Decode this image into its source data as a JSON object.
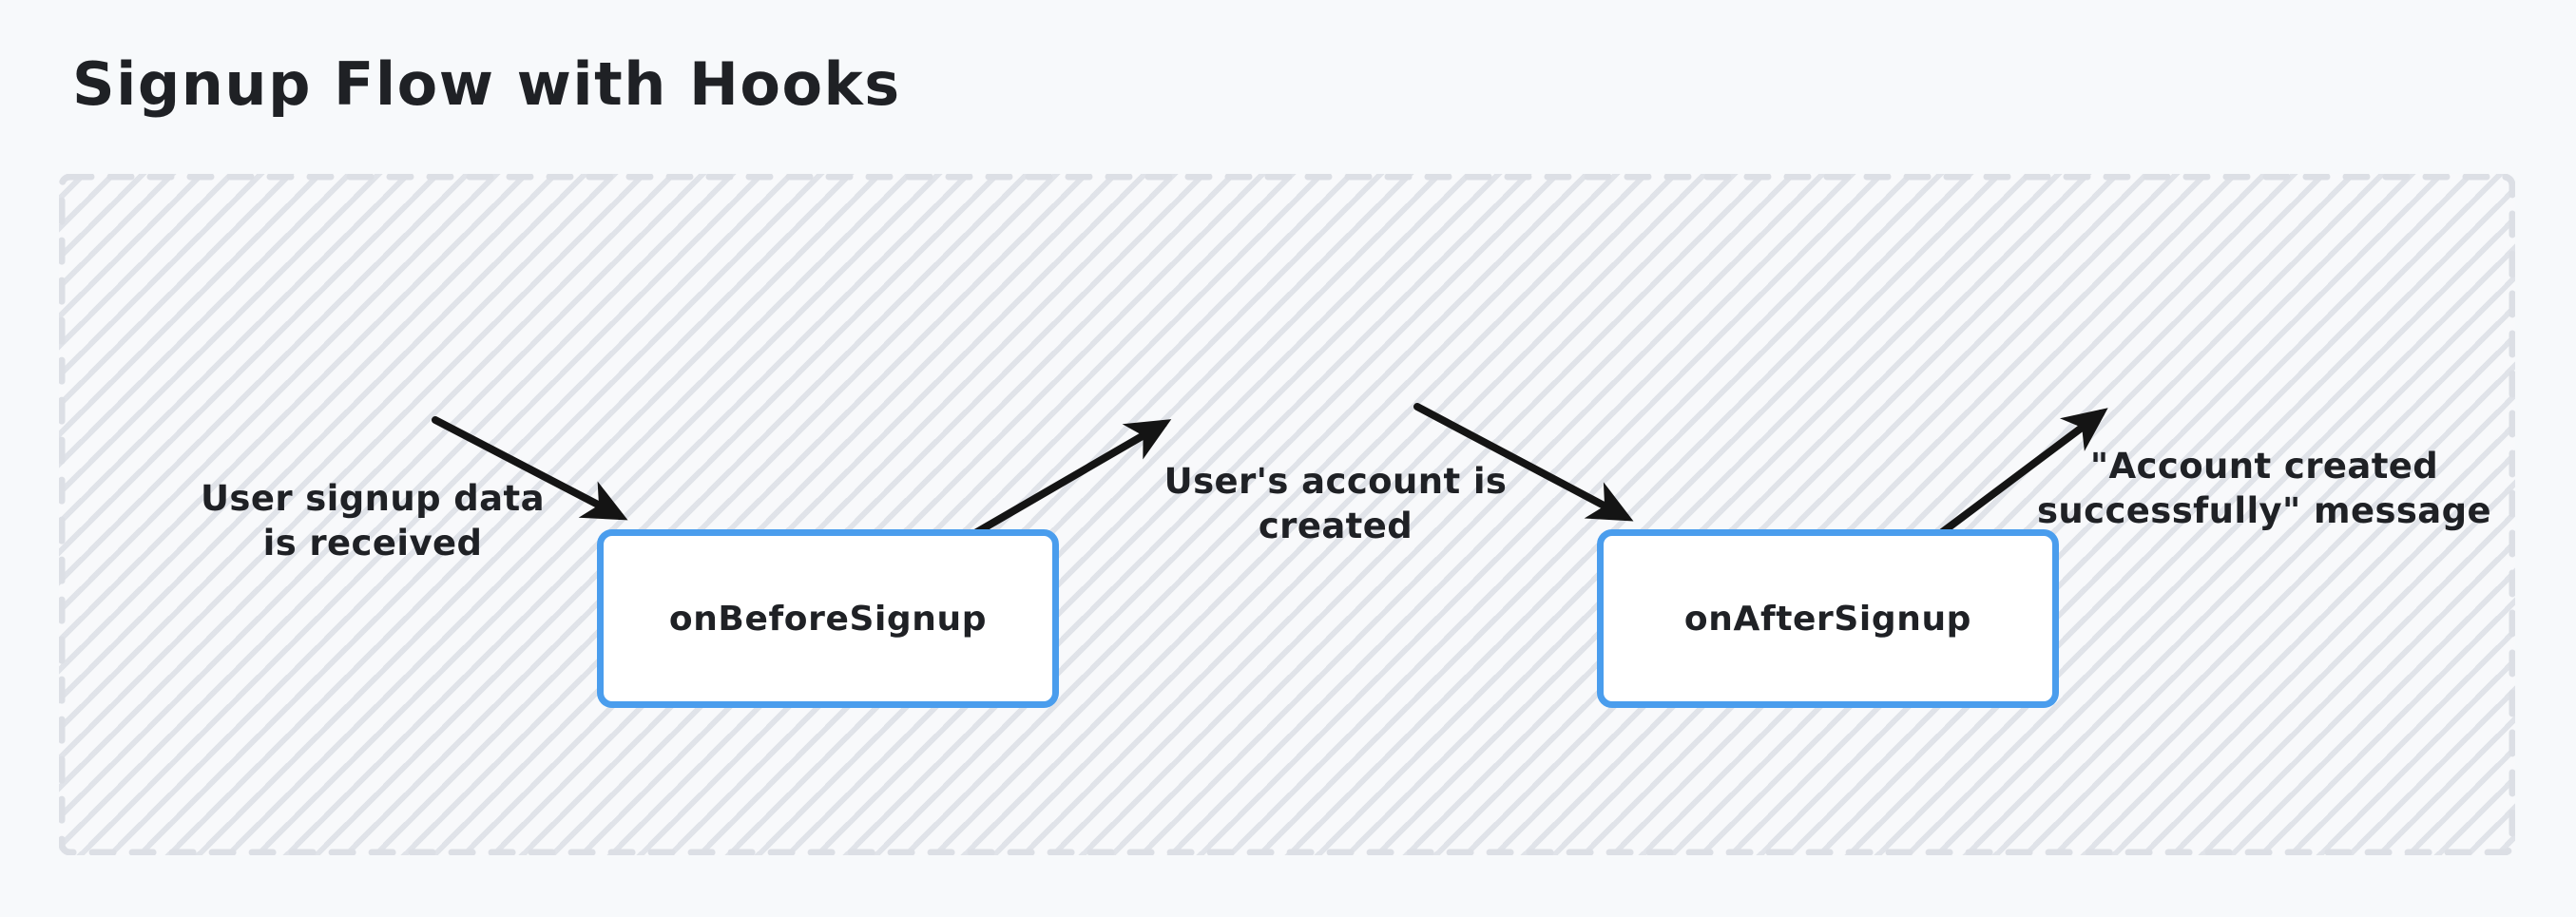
{
  "page": {
    "background_color": "#f7f9fb",
    "title": "Signup Flow with Hooks"
  },
  "canvas": {
    "name": "flow-canvas",
    "border_style": "dashed",
    "border_color": "#dcdfe5",
    "pattern": "diagonal-hatch",
    "pattern_color": "#cdd2db"
  },
  "nodes": [
    {
      "id": "onBeforeSignup",
      "label": "onBeforeSignup",
      "border_color": "#4a9ded",
      "fill_color": "#ffffff",
      "text_color": "#1f2125"
    },
    {
      "id": "onAfterSignup",
      "label": "onAfterSignup",
      "border_color": "#4a9ded",
      "fill_color": "#ffffff",
      "text_color": "#1f2125"
    }
  ],
  "edge_labels": [
    {
      "id": "signup-data",
      "text": "User signup data\nis received",
      "direction": "into-onBeforeSignup"
    },
    {
      "id": "account-created",
      "text": "User's account is\ncreated",
      "direction": "out-of-onBeforeSignup"
    },
    {
      "id": "success-message",
      "text": "\"Account created\nsuccessfully\" message",
      "direction": "out-of-onAfterSignup"
    }
  ],
  "arrows": [
    {
      "id": "arrow-signup-data-to-onbeforesignup",
      "from": "User signup data is received",
      "to": "onBeforeSignup",
      "color": "#141414"
    },
    {
      "id": "arrow-onbeforesignup-to-account-created",
      "from": "onBeforeSignup",
      "to": "User's account is created",
      "color": "#141414"
    },
    {
      "id": "arrow-account-created-to-onaftersignup",
      "from": "User's account is created",
      "to": "onAfterSignup",
      "color": "#141414"
    },
    {
      "id": "arrow-onaftersignup-to-success-message",
      "from": "onAfterSignup",
      "to": "\"Account created successfully\" message",
      "color": "#141414"
    }
  ]
}
